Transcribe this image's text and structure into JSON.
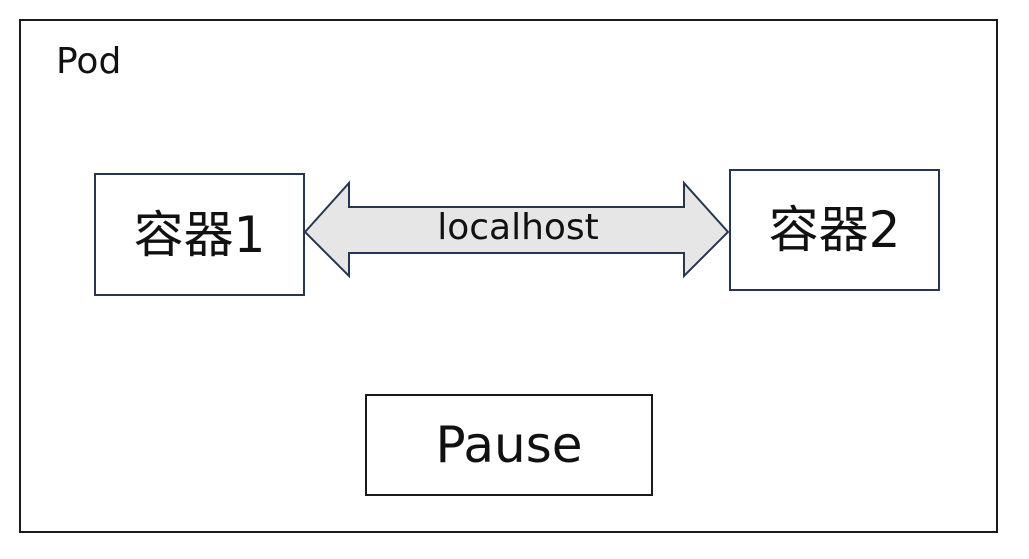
{
  "pod": {
    "label": "Pod"
  },
  "containers": [
    {
      "label": "容器1"
    },
    {
      "label": "容器2"
    }
  ],
  "link": {
    "label": "localhost"
  },
  "pause": {
    "label": "Pause"
  },
  "colors": {
    "box_border": "#253750",
    "arrow_fill": "#e6e6e6",
    "arrow_stroke": "#253750"
  }
}
